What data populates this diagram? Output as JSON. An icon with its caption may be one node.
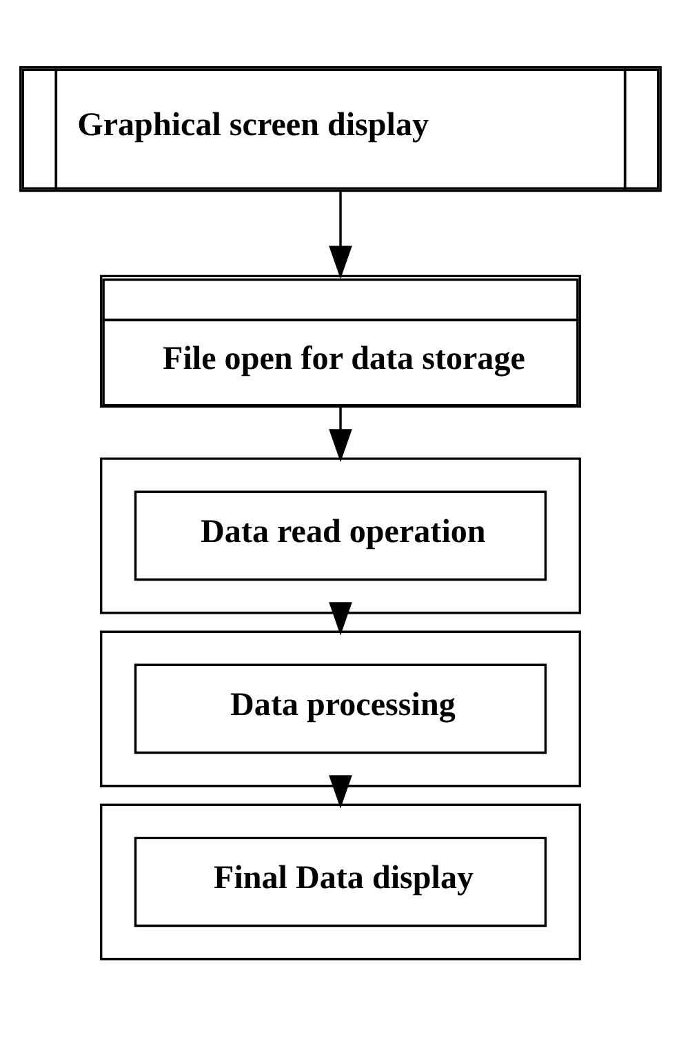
{
  "diagram": {
    "nodes": [
      {
        "text": [
          "Graphical screen display"
        ]
      },
      {
        "text": [
          "File open for data storage"
        ]
      },
      {
        "text": [],
        "shape": "box"
      },
      {
        "text": [
          "Data read operation"
        ],
        "in": 2
      },
      {
        "text": [],
        "shape": "box"
      },
      {
        "text": [
          "Data processing"
        ],
        "in": 4
      },
      {
        "text": [],
        "shape": "box"
      },
      {
        "text": [
          "Final Data display"
        ],
        "in": 6
      }
    ],
    "edges": [
      {
        "from": 0,
        "to": 1,
        "arrow": "to"
      },
      {
        "from": 1,
        "to": 2,
        "arrow": "to"
      },
      {
        "from": 2,
        "to": 4,
        "arrow": "to"
      },
      {
        "from": 4,
        "to": 6,
        "arrow": "to"
      }
    ]
  }
}
